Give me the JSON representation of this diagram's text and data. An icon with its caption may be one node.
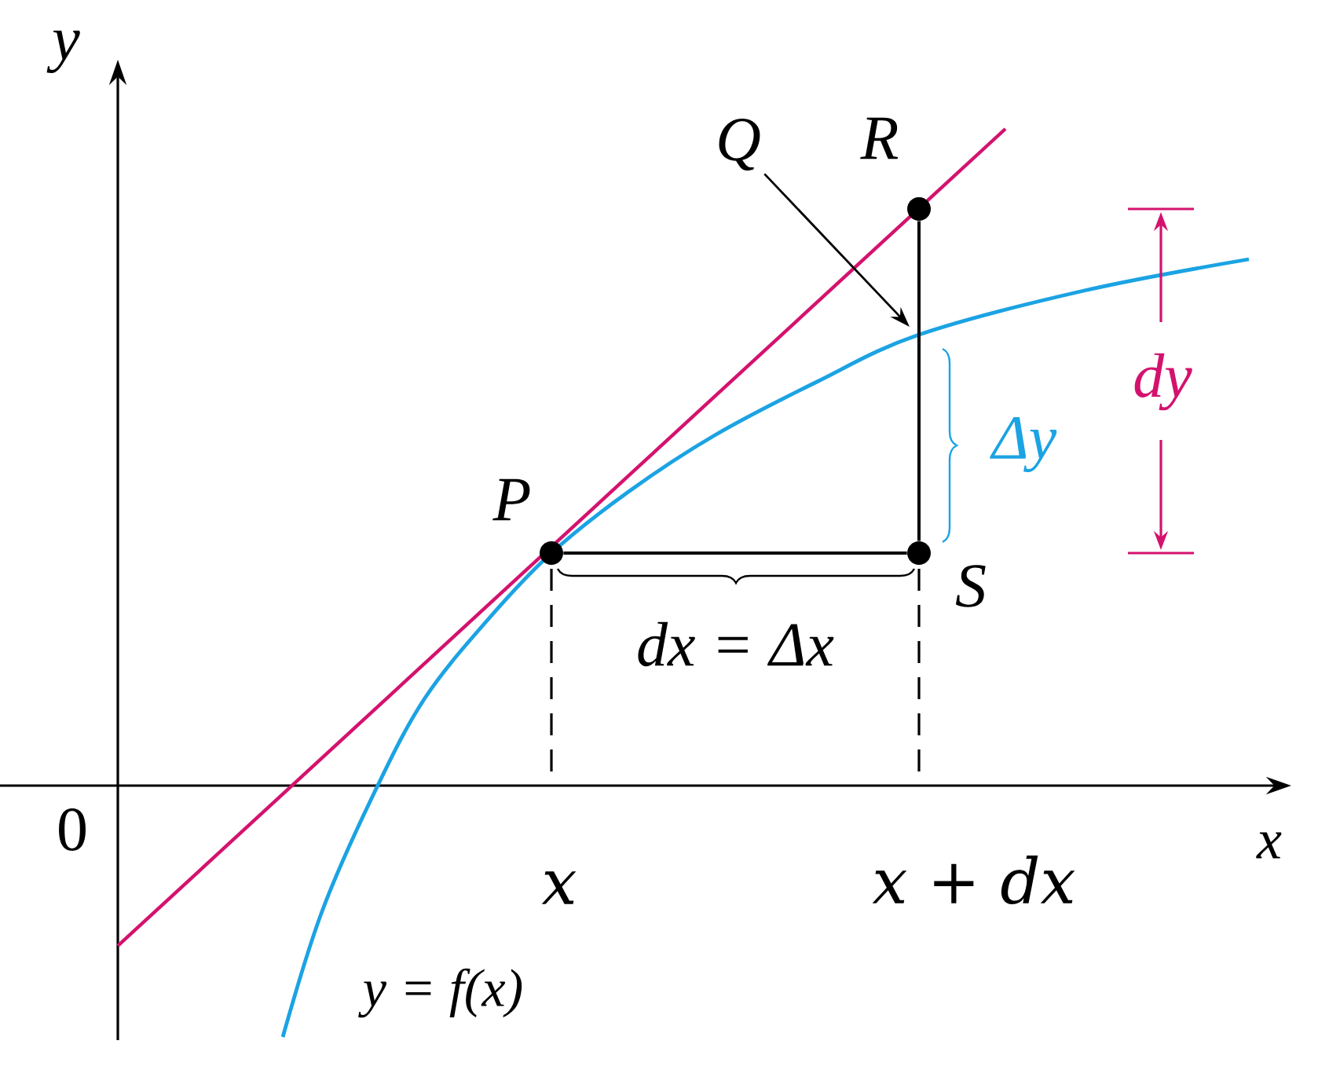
{
  "diagram": {
    "nodes": [
      {
        "text": [],
        "shape": "circle",
        "beside": [
          "P"
        ]
      },
      {
        "text": [],
        "shape": "circle",
        "beside": [
          "R"
        ]
      },
      {
        "text": [],
        "shape": "circle",
        "beside": [
          "S"
        ]
      },
      {
        "text": [
          "Q"
        ]
      }
    ],
    "edges": [
      {
        "from": 0,
        "to": 2,
        "arrow": "none"
      },
      {
        "from": 2,
        "to": 1,
        "arrow": "none"
      },
      {
        "from": 3,
        "to": null,
        "arrow": "to"
      }
    ],
    "labels": [
      "y",
      "0",
      "x",
      "dx = Δx",
      "Δy",
      "dy",
      "x",
      "x + dx",
      "y = f(x)"
    ]
  }
}
